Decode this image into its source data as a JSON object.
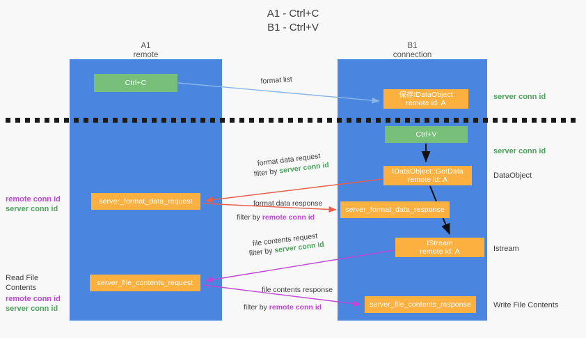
{
  "title": {
    "line1": "A1 - Ctrl+C",
    "line2": "B1 - Ctrl+V"
  },
  "columns": {
    "left": {
      "name": "A1",
      "role": "remote"
    },
    "right": {
      "name": "B1",
      "role": "connection"
    }
  },
  "colors": {
    "lane": "#4a86e0",
    "orange_box": "#fcb040",
    "green_box": "#78c07a",
    "server_conn_id": "#4aa55a",
    "remote_conn_id": "#c046d8",
    "arrow_format_list": "#8ab6e8",
    "arrow_format_data": "#e8604c",
    "arrow_file_contents": "#c046d8",
    "arrow_internal": "#111111",
    "background": "#f8f8f8"
  },
  "boxes": {
    "ctrl_c": {
      "line1": "Ctrl+C"
    },
    "idataobject": {
      "line1": "保存IDataObject",
      "line2": "remote id: A"
    },
    "ctrl_v": {
      "line1": "Ctrl+V"
    },
    "getdata": {
      "line1": "IDataObject::GetData",
      "line2": "remote id: A"
    },
    "format_data_request": {
      "line1": "server_format_data_request"
    },
    "format_data_response": {
      "line1": "server_format_data_response"
    },
    "istream": {
      "line1": "IStream",
      "line2": "remote id: A"
    },
    "file_contents_request": {
      "line1": "server_file_contents_request"
    },
    "file_contents_response": {
      "line1": "server_file_contents_response"
    }
  },
  "side_labels": {
    "server_conn_id_top": "server conn id",
    "server_conn_id_second": "server conn id",
    "dataobject": "DataObject",
    "istream": "Istream",
    "write_file_contents": "Write File Contents",
    "read_file_contents": "Read File Contents",
    "remote_conn_id": "remote conn id",
    "server_conn_id": "server conn id"
  },
  "edges": {
    "format_list": {
      "label": "format list"
    },
    "format_data_request": {
      "label": "format data request",
      "filter_prefix": "filter by ",
      "filter_key": "server conn id"
    },
    "format_data_response": {
      "label": "format data response",
      "filter_prefix": "filter by ",
      "filter_key": "remote conn id"
    },
    "file_contents_request": {
      "label": "file contents request",
      "filter_prefix": "filter by ",
      "filter_key": "server conn id"
    },
    "file_contents_response": {
      "label": "file contents response",
      "filter_prefix": "filter by ",
      "filter_key": "remote conn id"
    }
  }
}
